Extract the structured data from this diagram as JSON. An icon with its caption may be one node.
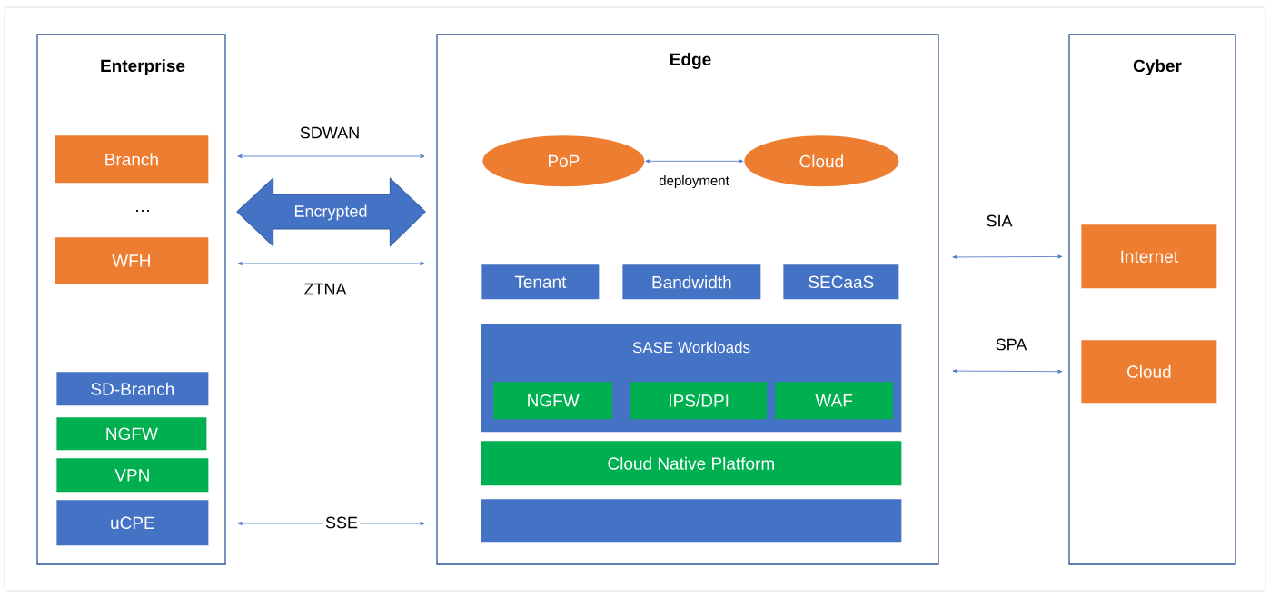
{
  "diagram": {
    "nodes": [
      {
        "text": [
          "Enterprise"
        ]
      },
      {
        "text": [
          "Branch"
        ],
        "in": 0
      },
      {
        "text": [
          "WFH"
        ],
        "in": 0
      },
      {
        "text": [
          "SD-Branch"
        ],
        "in": 0
      },
      {
        "text": [
          "NGFW"
        ],
        "in": 0
      },
      {
        "text": [
          "VPN"
        ],
        "in": 0
      },
      {
        "text": [
          "uCPE"
        ],
        "in": 0
      },
      {
        "text": [
          "Edge"
        ]
      },
      {
        "text": [
          "PoP"
        ],
        "in": 7
      },
      {
        "text": [
          "Cloud"
        ],
        "in": 7
      },
      {
        "text": [
          "Tenant"
        ],
        "in": 7
      },
      {
        "text": [
          "Bandwidth"
        ],
        "in": 7
      },
      {
        "text": [
          "SECaaS"
        ],
        "in": 7
      },
      {
        "text": [
          "SASE Workloads"
        ],
        "in": 7
      },
      {
        "text": [
          "NGFW"
        ],
        "in": 13
      },
      {
        "text": [
          "IPS/DPI"
        ],
        "in": 13
      },
      {
        "text": [
          "WAF"
        ],
        "in": 13
      },
      {
        "text": [
          "Cloud Native Platform"
        ],
        "in": 7
      },
      {
        "text": [],
        "shape": "box",
        "in": 7
      },
      {
        "text": [
          "Cyber"
        ]
      },
      {
        "text": [
          "Internet"
        ],
        "in": 19
      },
      {
        "text": [
          "Cloud"
        ],
        "in": 19
      }
    ],
    "edges": [
      {
        "from": 0,
        "to": 7,
        "arrow": "both",
        "label": "SDWAN"
      },
      {
        "from": 0,
        "to": 7,
        "arrow": "both",
        "label": "Encrypted",
        "style": "thick"
      },
      {
        "from": 0,
        "to": 7,
        "arrow": "both",
        "label": "ZTNA"
      },
      {
        "from": 0,
        "to": 7,
        "arrow": "both",
        "label": "SSE"
      },
      {
        "from": 8,
        "to": 9,
        "arrow": "both",
        "label": "deployment"
      },
      {
        "from": 7,
        "to": 20,
        "arrow": "both",
        "label": "SIA"
      },
      {
        "from": 7,
        "to": 21,
        "arrow": "both",
        "label": "SPA"
      }
    ],
    "labels": [
      "…"
    ]
  }
}
